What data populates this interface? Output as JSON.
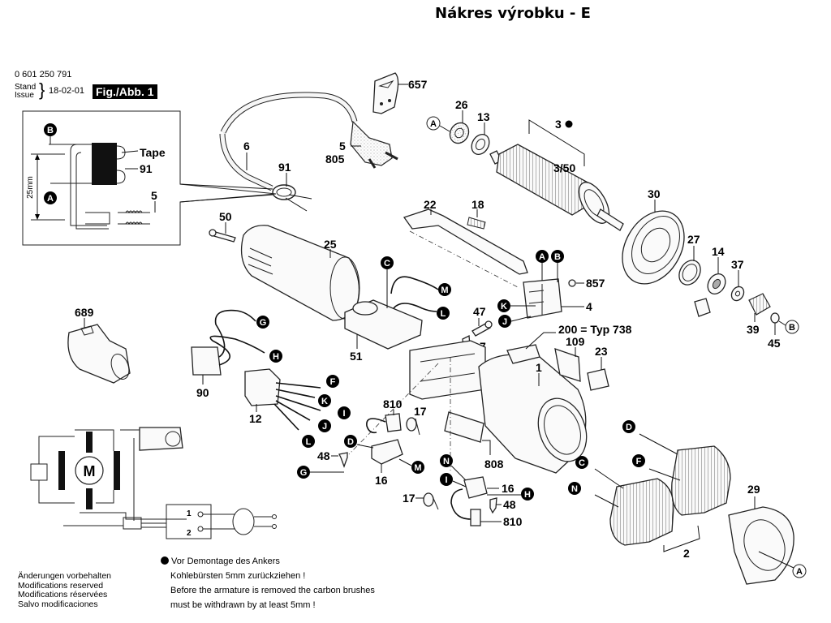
{
  "header": {
    "title": "Nákres výrobku - E",
    "part_number": "0 601 250 791",
    "stand_label": "Stand",
    "issue_label": "Issue",
    "issue_date": "18-02-01",
    "figure_label": "Fig./Abb. 1"
  },
  "inset": {
    "tape_label": "Tape",
    "tape_part": "91",
    "cord_part": "5",
    "dimension": "25mm",
    "connector_a": "A",
    "connector_b": "B"
  },
  "schematic": {
    "motor_label": "M",
    "switch_pos_1": "1",
    "switch_pos_2": "2"
  },
  "parts": {
    "p657": "657",
    "p6": "6",
    "p5": "5",
    "p805": "805",
    "p91": "91",
    "p26": "26",
    "p13": "13",
    "p3": "3",
    "p3_50": "3/50",
    "p30": "30",
    "p27": "27",
    "p14": "14",
    "p37": "37",
    "p39": "39",
    "p45": "45",
    "p22": "22",
    "p18": "18",
    "p50": "50",
    "p25": "25",
    "p51": "51",
    "p857": "857",
    "p4": "4",
    "p47": "47",
    "p7": "7",
    "p200": "200 = Typ 738",
    "p109": "109",
    "p23": "23",
    "p1": "1",
    "p689": "689",
    "p90": "90",
    "p12": "12",
    "p810a": "810",
    "p17a": "17",
    "p48a": "48",
    "p16a": "16",
    "p808": "808",
    "p16b": "16",
    "p17b": "17",
    "p48b": "48",
    "p810b": "810",
    "p2": "2",
    "p29": "29"
  },
  "connectors": {
    "A": "A",
    "B": "B",
    "C": "C",
    "D": "D",
    "F": "F",
    "G": "G",
    "H": "H",
    "I": "I",
    "J": "J",
    "K": "K",
    "L": "L",
    "M": "M",
    "N": "N"
  },
  "notes": {
    "de_line1": "Vor Demontage des Ankers",
    "de_line2": "Kohlebürsten 5mm zurückziehen !",
    "en_line1": "Before the armature is removed the carbon brushes",
    "en_line2": "must be withdrawn by at least 5mm !"
  },
  "modifications": [
    "Änderungen vorbehalten",
    "Modifications reserved",
    "Modifications réservées",
    "Salvo modificaciones"
  ]
}
